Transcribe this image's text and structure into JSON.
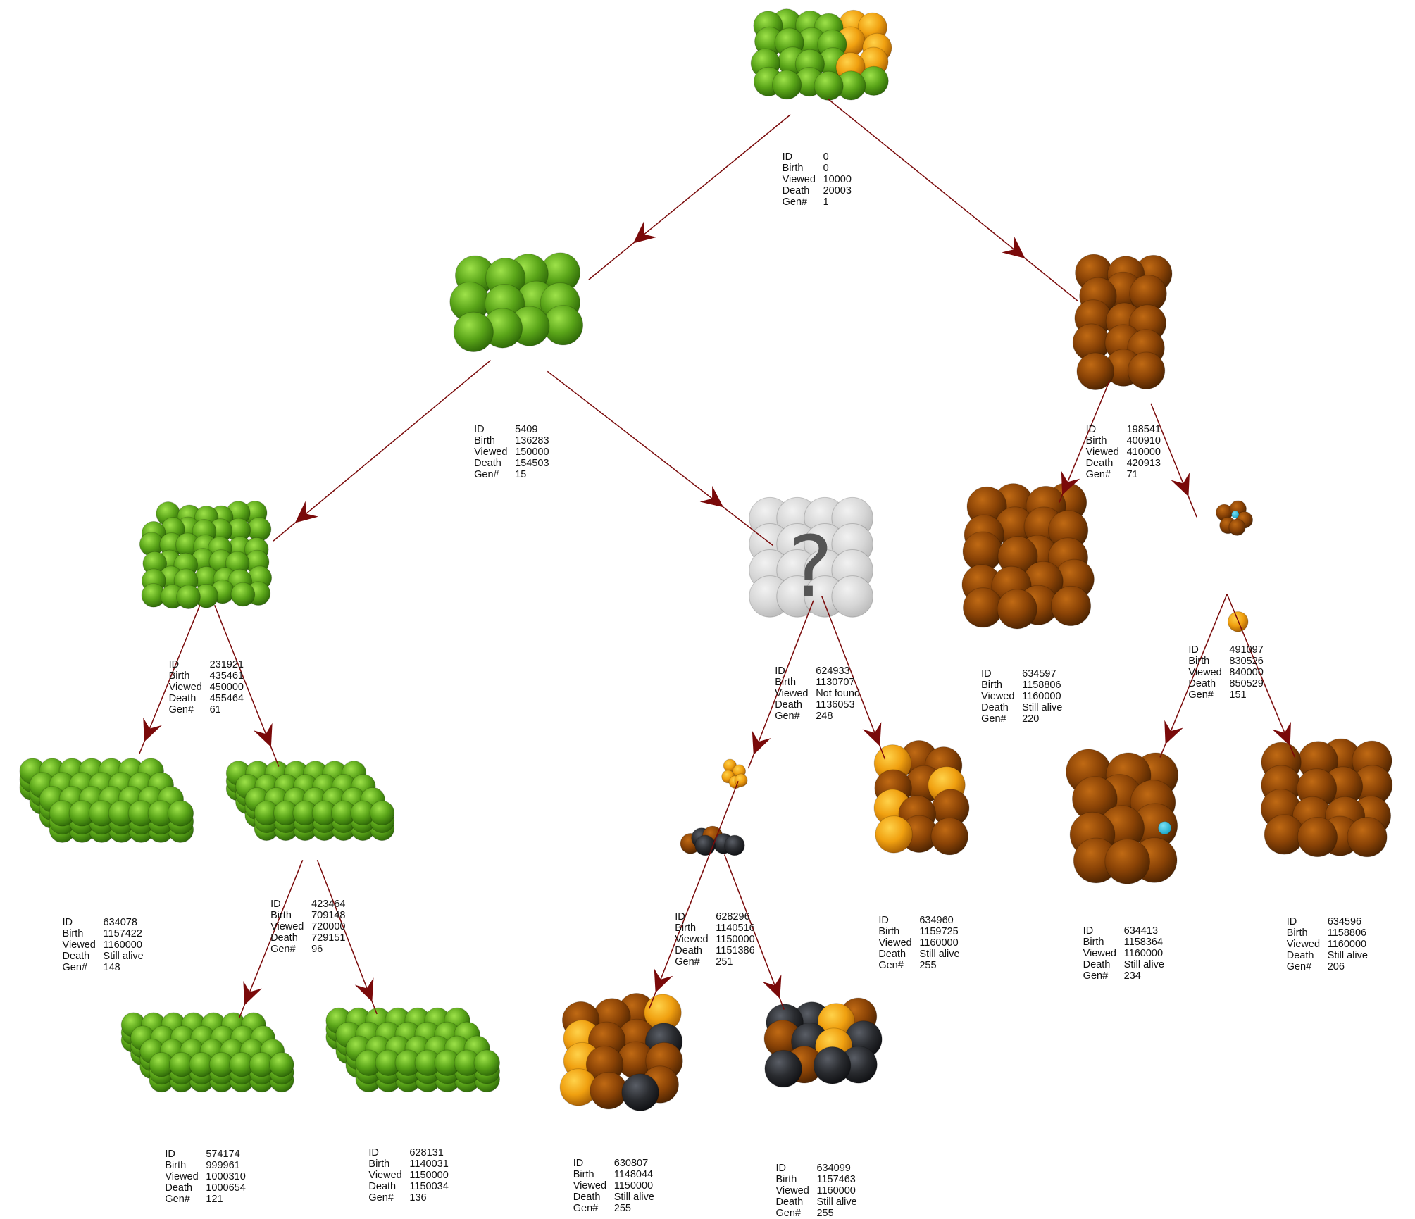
{
  "labels": {
    "id": "ID",
    "birth": "Birth",
    "viewed": "Viewed",
    "death": "Death",
    "gen": "Gen#"
  },
  "unknown_symbol": "?",
  "colors": {
    "edge": "#7a0a0a",
    "green": "#5aa519",
    "brown": "#8a4306",
    "orange": "#f0a010",
    "dark": "#2a2c30",
    "cyan": "#1aa7c9",
    "unknown": "#d0d0d0"
  },
  "nodes": [
    {
      "key": "root",
      "name": "node-0",
      "icon": "green-orange-cell-cluster-icon",
      "stats": {
        "id": "0",
        "birth": "0",
        "viewed": "10000",
        "death": "20003",
        "gen": "1"
      }
    },
    {
      "key": "a",
      "name": "node-5409",
      "icon": "green-cell-cluster-icon",
      "stats": {
        "id": "5409",
        "birth": "136283",
        "viewed": "150000",
        "death": "154503",
        "gen": "15"
      }
    },
    {
      "key": "b",
      "name": "node-198541",
      "icon": "brown-cell-cluster-icon",
      "stats": {
        "id": "198541",
        "birth": "400910",
        "viewed": "410000",
        "death": "420913",
        "gen": "71"
      }
    },
    {
      "key": "c",
      "name": "node-231921",
      "icon": "green-cell-cluster-icon",
      "stats": {
        "id": "231921",
        "birth": "435461",
        "viewed": "450000",
        "death": "455464",
        "gen": "61"
      }
    },
    {
      "key": "d",
      "name": "node-624933",
      "icon": "unknown-cell-cluster-icon",
      "stats": {
        "id": "624933",
        "birth": "1130707",
        "viewed": "Not found",
        "death": "1136053",
        "gen": "248"
      }
    },
    {
      "key": "e",
      "name": "node-634597",
      "icon": "brown-cell-cluster-icon",
      "stats": {
        "id": "634597",
        "birth": "1158806",
        "viewed": "1160000",
        "death": "Still alive",
        "gen": "220"
      }
    },
    {
      "key": "f",
      "name": "node-491097",
      "icon": "small-brown-cell-icon",
      "stats": {
        "id": "491097",
        "birth": "830526",
        "viewed": "840000",
        "death": "850529",
        "gen": "151"
      }
    },
    {
      "key": "g",
      "name": "node-634078",
      "icon": "green-cell-block-icon",
      "stats": {
        "id": "634078",
        "birth": "1157422",
        "viewed": "1160000",
        "death": "Still alive",
        "gen": "148"
      }
    },
    {
      "key": "h",
      "name": "node-423464",
      "icon": "green-cell-block-icon",
      "stats": {
        "id": "423464",
        "birth": "709148",
        "viewed": "720000",
        "death": "729151",
        "gen": "96"
      }
    },
    {
      "key": "i",
      "name": "node-628296",
      "icon": "small-orange-cell-icon",
      "stats": {
        "id": "628296",
        "birth": "1140516",
        "viewed": "1150000",
        "death": "1151386",
        "gen": "251"
      }
    },
    {
      "key": "j",
      "name": "node-634960",
      "icon": "brown-orange-cell-cluster-icon",
      "stats": {
        "id": "634960",
        "birth": "1159725",
        "viewed": "1160000",
        "death": "Still alive",
        "gen": "255"
      }
    },
    {
      "key": "k",
      "name": "node-634413",
      "icon": "brown-cell-cluster-icon",
      "stats": {
        "id": "634413",
        "birth": "1158364",
        "viewed": "1160000",
        "death": "Still alive",
        "gen": "234"
      }
    },
    {
      "key": "l",
      "name": "node-634596",
      "icon": "brown-cell-cluster-icon",
      "stats": {
        "id": "634596",
        "birth": "1158806",
        "viewed": "1160000",
        "death": "Still alive",
        "gen": "206"
      }
    },
    {
      "key": "m",
      "name": "node-574174",
      "icon": "green-cell-block-icon",
      "stats": {
        "id": "574174",
        "birth": "999961",
        "viewed": "1000310",
        "death": "1000654",
        "gen": "121"
      }
    },
    {
      "key": "n",
      "name": "node-628131",
      "icon": "green-cell-block-icon",
      "stats": {
        "id": "628131",
        "birth": "1140031",
        "viewed": "1150000",
        "death": "1150034",
        "gen": "136"
      }
    },
    {
      "key": "o",
      "name": "node-630807",
      "icon": "brown-orange-dark-cell-cluster-icon",
      "stats": {
        "id": "630807",
        "birth": "1148044",
        "viewed": "1150000",
        "death": "Still alive",
        "gen": "255"
      }
    },
    {
      "key": "p",
      "name": "node-634099",
      "icon": "dark-brown-orange-cell-cluster-icon",
      "stats": {
        "id": "634099",
        "birth": "1157463",
        "viewed": "1160000",
        "death": "Still alive",
        "gen": "255"
      }
    }
  ],
  "edges": [
    {
      "from": "root",
      "to": "a"
    },
    {
      "from": "root",
      "to": "b"
    },
    {
      "from": "a",
      "to": "c"
    },
    {
      "from": "a",
      "to": "d"
    },
    {
      "from": "b",
      "to": "e"
    },
    {
      "from": "b",
      "to": "f"
    },
    {
      "from": "c",
      "to": "g"
    },
    {
      "from": "c",
      "to": "h"
    },
    {
      "from": "d",
      "to": "i"
    },
    {
      "from": "d",
      "to": "j"
    },
    {
      "from": "f",
      "to": "k"
    },
    {
      "from": "f",
      "to": "l"
    },
    {
      "from": "h",
      "to": "m"
    },
    {
      "from": "h",
      "to": "n"
    },
    {
      "from": "i",
      "to": "o"
    },
    {
      "from": "i",
      "to": "p"
    }
  ]
}
